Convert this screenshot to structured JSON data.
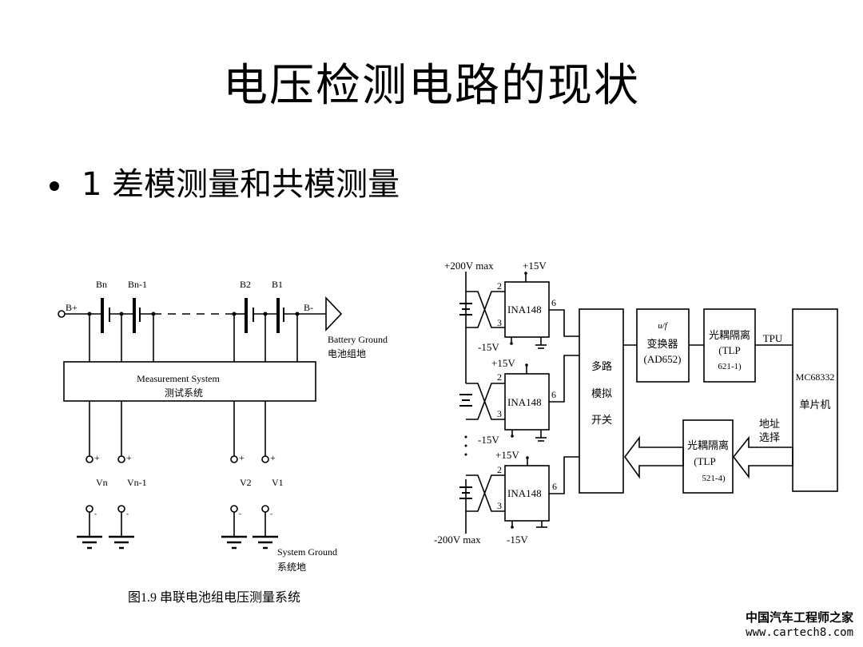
{
  "slide": {
    "title": "电压检测电路的现状",
    "bullet": "1 差模测量和共模测量"
  },
  "left_diagram": {
    "battery_labels": [
      "Bn",
      "Bn-1",
      "B2",
      "B1"
    ],
    "b_plus": "B+",
    "b_minus": "B-",
    "battery_ground_en": "Battery Ground",
    "battery_ground_cn": "电池组地",
    "box_en": "Measurement System",
    "box_cn": "测试系统",
    "plus": "+",
    "minus": "-",
    "outputs": [
      "Vn",
      "Vn-1",
      "V2",
      "V1"
    ],
    "system_ground_en": "System Ground",
    "system_ground_cn": "系统地",
    "caption": "图1.9 串联电池组电压测量系统"
  },
  "right_diagram": {
    "plus200": "+200V max",
    "minus200": "-200V max",
    "plus15": "+15V",
    "minus15": "-15V",
    "amp": "INA148",
    "pin2": "2",
    "pin3": "3",
    "pin6": "6",
    "mux": [
      "多路",
      "模拟",
      "开关"
    ],
    "vf": [
      "u/f",
      "变换器",
      "(AD652)"
    ],
    "opto1": [
      "光耦隔离",
      "(TLP",
      "621-1)"
    ],
    "opto2": [
      "光耦隔离",
      "(TLP",
      "521-4)"
    ],
    "tpu": "TPU",
    "mcu": [
      "MC68332",
      "单片机"
    ],
    "addr": [
      "地址",
      "选择"
    ]
  },
  "watermark": {
    "cn": "中国汽车工程师之家",
    "url": "www.cartech8.com"
  }
}
